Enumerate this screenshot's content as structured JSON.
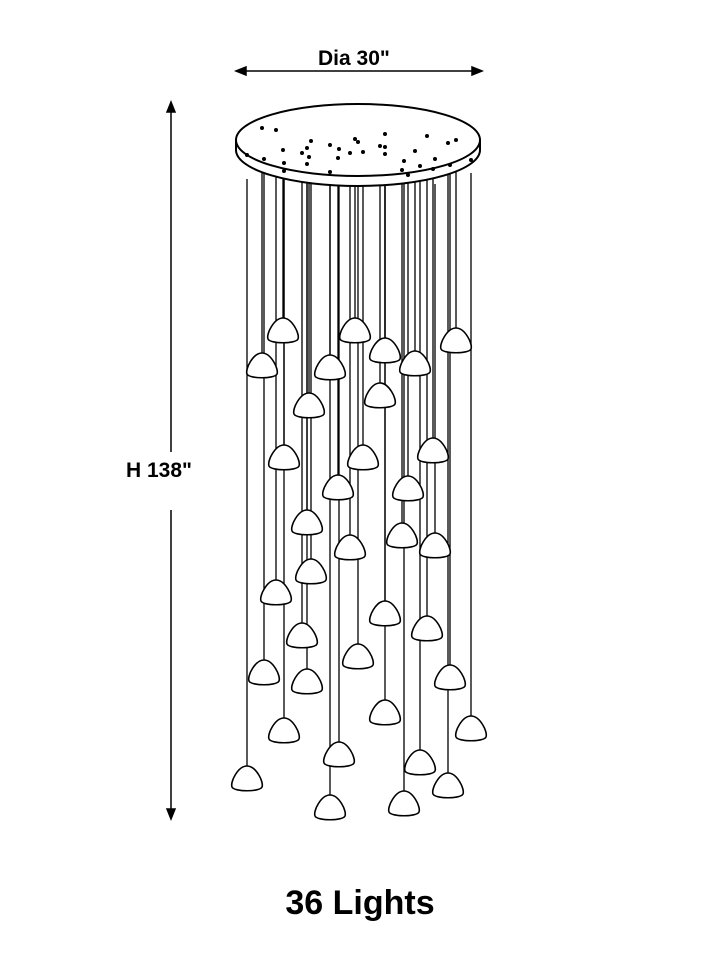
{
  "dimensions": {
    "diameter_label": "Dia 30\"",
    "height_label": "H 138\""
  },
  "product": {
    "lights_label": "36 Lights",
    "pendant_count": 36
  },
  "colors": {
    "line": "#000000",
    "background": "#ffffff"
  }
}
